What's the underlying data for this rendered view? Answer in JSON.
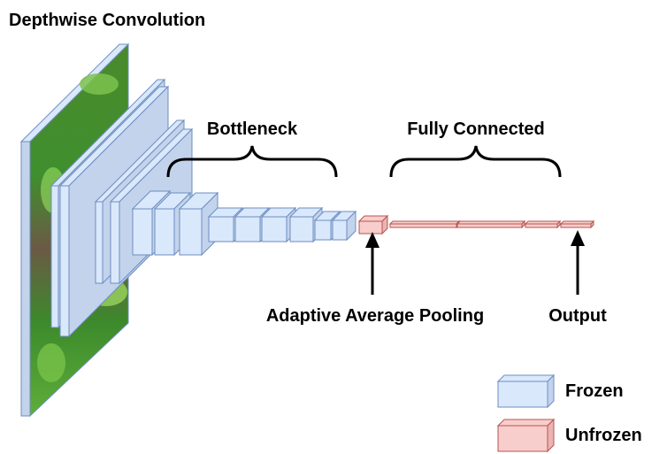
{
  "title": "Depthwise Convolution",
  "labels": {
    "bottleneck": "Bottleneck",
    "fully_connected": "Fully Connected",
    "pooling": "Adaptive Average Pooling",
    "output": "Output"
  },
  "legend": {
    "frozen": "Frozen",
    "unfrozen": "Unfrozen"
  },
  "colors": {
    "frozen_fill": "#dae8fc",
    "frozen_side": "#c3d3ec",
    "frozen_stroke": "#6c8ebf",
    "unfrozen_fill": "#f8cecc",
    "unfrozen_side": "#e9b4b2",
    "unfrozen_stroke": "#b85450",
    "image_green": "#3f8f2e",
    "image_soil": "#6b5a45"
  },
  "icons": {
    "input_image": "leaf-photo",
    "arrows": "arrow-up-icon",
    "braces": "curly-brace"
  }
}
